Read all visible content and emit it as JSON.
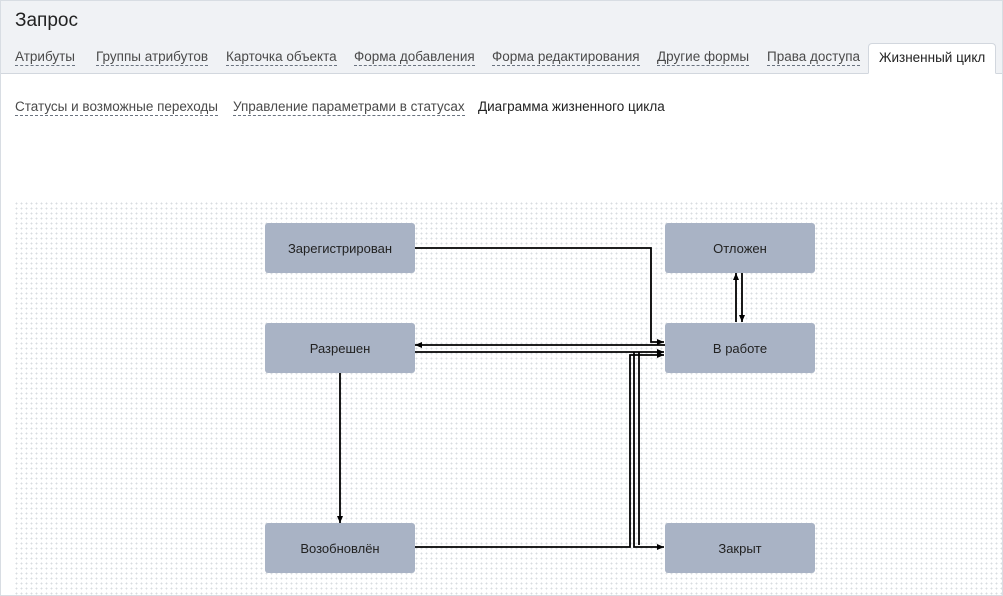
{
  "page": {
    "title": "Запрос"
  },
  "tabs": {
    "items": [
      {
        "label": "Атрибуты"
      },
      {
        "label": "Группы атрибутов"
      },
      {
        "label": "Карточка объекта"
      },
      {
        "label": "Форма добавления"
      },
      {
        "label": "Форма редактирования"
      },
      {
        "label": "Другие формы"
      },
      {
        "label": "Права доступа"
      },
      {
        "label": "Жизненный цикл"
      }
    ],
    "active": "Жизненный цикл"
  },
  "subtabs": {
    "items": [
      {
        "label": "Статусы и возможные переходы"
      },
      {
        "label": "Управление параметрами в статусах"
      },
      {
        "label": "Диаграмма жизненного цикла"
      }
    ],
    "active": "Диаграмма жизненного цикла"
  },
  "diagram": {
    "nodes": {
      "registered": "Зарегистрирован",
      "postponed": "Отложен",
      "resolved": "Разрешен",
      "in_progress": "В работе",
      "resumed": "Возобновлён",
      "closed": "Закрыт"
    },
    "colors": {
      "node_fill": "#a9b3c5",
      "edge": "#000000"
    }
  }
}
